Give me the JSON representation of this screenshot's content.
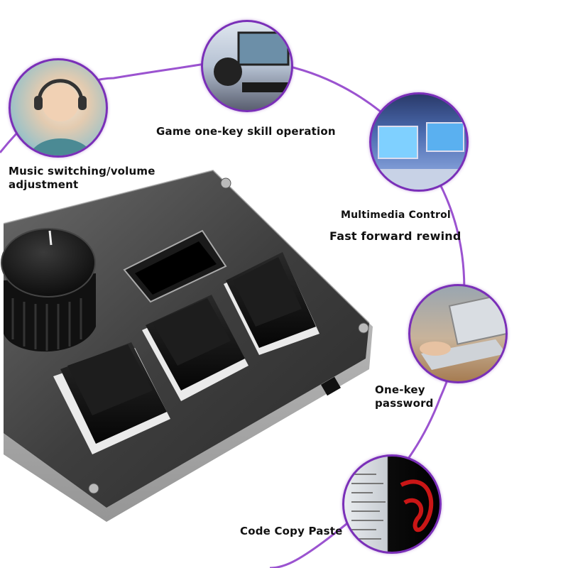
{
  "features": {
    "music": [
      "Music switching/volume",
      "adjustment"
    ],
    "game": "Game one-key skill operation",
    "multimedia": "Multimedia Control",
    "fastforward": "Fast forward rewind",
    "password": [
      "One-key",
      "password"
    ],
    "code": "Code Copy Paste"
  },
  "colors": {
    "ring": "#8a35c8",
    "device_body": "#3a3a3a",
    "keycap": "#111111"
  }
}
